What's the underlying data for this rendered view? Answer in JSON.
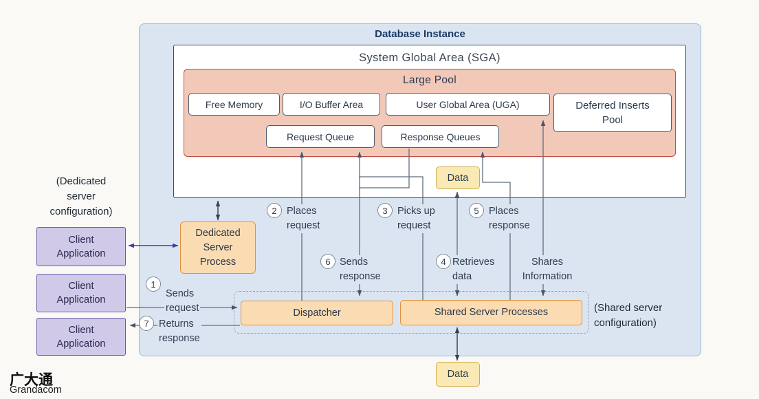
{
  "instance": {
    "title": "Database Instance"
  },
  "sga": {
    "title": "System Global Area (SGA)"
  },
  "large_pool": {
    "title": "Large Pool",
    "free_memory": "Free Memory",
    "io_buffer_area": "I/O Buffer Area",
    "user_global_area": "User Global Area (UGA)",
    "deferred_inserts_pool": "Deferred Inserts\nPool",
    "request_queue": "Request Queue",
    "response_queues": "Response Queues"
  },
  "data_flow": {
    "data_top": "Data",
    "data_bottom": "Data"
  },
  "dedicated": {
    "config_label": "(Dedicated\nserver\nconfiguration)",
    "process": "Dedicated\nServer\nProcess"
  },
  "clients": [
    {
      "label": "Client\nApplication"
    },
    {
      "label": "Client\nApplication"
    },
    {
      "label": "Client\nApplication"
    }
  ],
  "shared": {
    "dispatcher": "Dispatcher",
    "processes": "Shared Server Processes",
    "config_label": "(Shared server\nconfiguration)",
    "shares_information": "Shares\nInformation"
  },
  "steps": [
    {
      "num": "1",
      "label": "Sends\nrequest"
    },
    {
      "num": "2",
      "label": "Places\nrequest"
    },
    {
      "num": "3",
      "label": "Picks up\nrequest"
    },
    {
      "num": "4",
      "label": "Retrieves\ndata"
    },
    {
      "num": "5",
      "label": "Places\nresponse"
    },
    {
      "num": "6",
      "label": "Sends\nresponse"
    },
    {
      "num": "7",
      "label": "Returns\nresponse"
    }
  ],
  "branding": {
    "name_cjk": "广大通",
    "name_latin": "Grandacom"
  },
  "colors": {
    "canvas_bg": "#faf9f6",
    "instance_fill": "#dbe5f1",
    "instance_border": "#9db8d4",
    "large_pool_fill": "#f2c8b8",
    "large_pool_border": "#c04b40",
    "process_fill": "#fbdcb2",
    "process_border": "#e0913f",
    "client_fill": "#d0c9e8",
    "client_border": "#6b5ba6",
    "data_fill": "#f9e9b4",
    "data_border": "#d4ae4e",
    "connector_line": "#5f6d7d",
    "client_link_arrow": "#4639a6"
  }
}
